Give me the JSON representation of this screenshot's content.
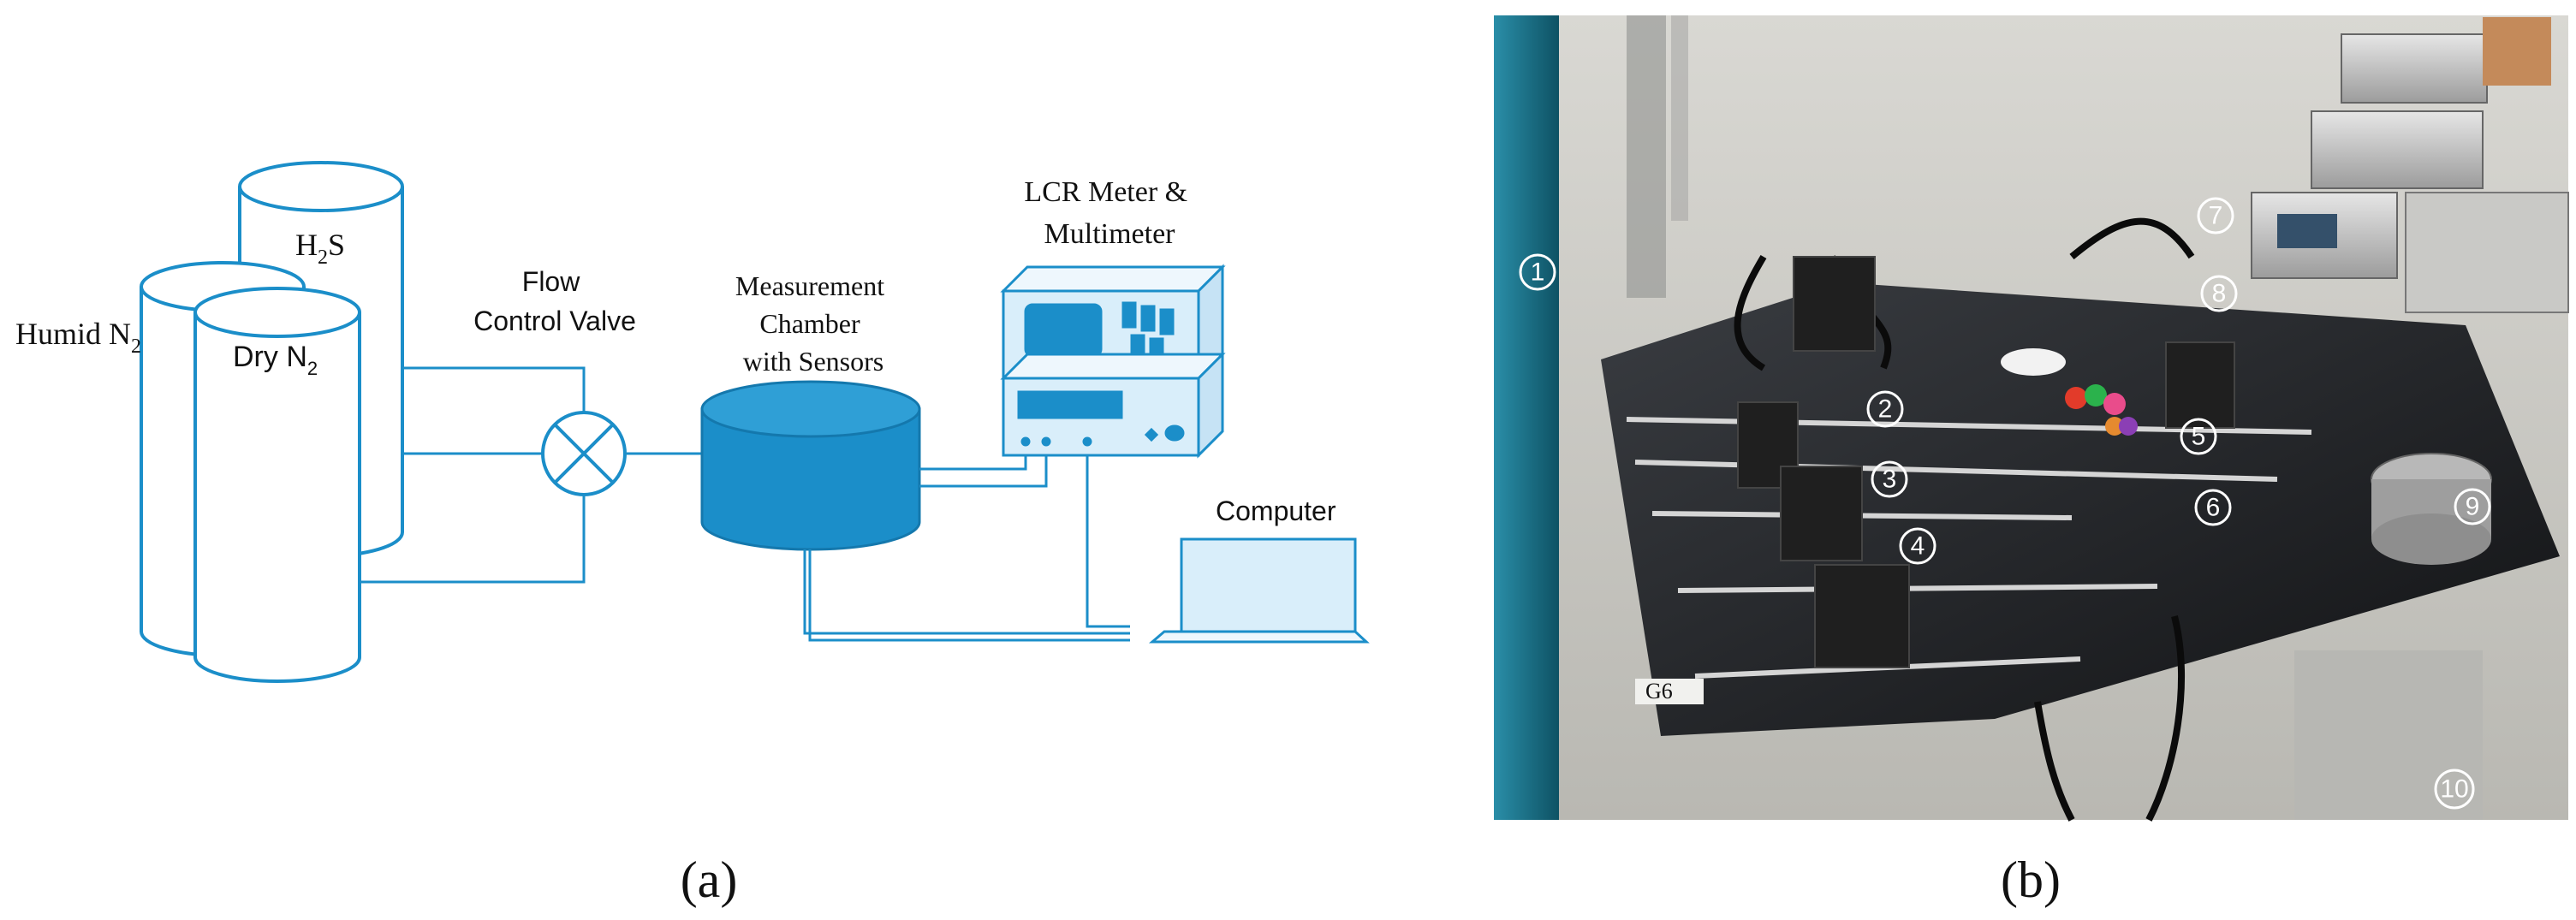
{
  "panel_a": {
    "cylinders": {
      "h2s_main": "H",
      "h2s_sub": "2",
      "h2s_tail": "S",
      "humid_main": "Humid N",
      "humid_sub": "2",
      "dry_main": "Dry N",
      "dry_sub": "2"
    },
    "valve": {
      "line1": "Flow",
      "line2": "Control Valve"
    },
    "chamber": {
      "line1": "Measurement",
      "line2": "Chamber",
      "line3": "with Sensors"
    },
    "meter": {
      "line1": "LCR Meter &",
      "line2": "Multimeter"
    },
    "computer": "Computer",
    "caption": "(a)"
  },
  "panel_b": {
    "caption": "(b)",
    "markers": [
      "1",
      "2",
      "3",
      "4",
      "5",
      "6",
      "7",
      "8",
      "9",
      "10"
    ],
    "bench_label": "G6"
  },
  "colors": {
    "line": "#1b8ec9",
    "device_fill": "#d9eefa",
    "chamber_fill": "#1b8ec9",
    "screen_fill": "#1b8ec9"
  }
}
